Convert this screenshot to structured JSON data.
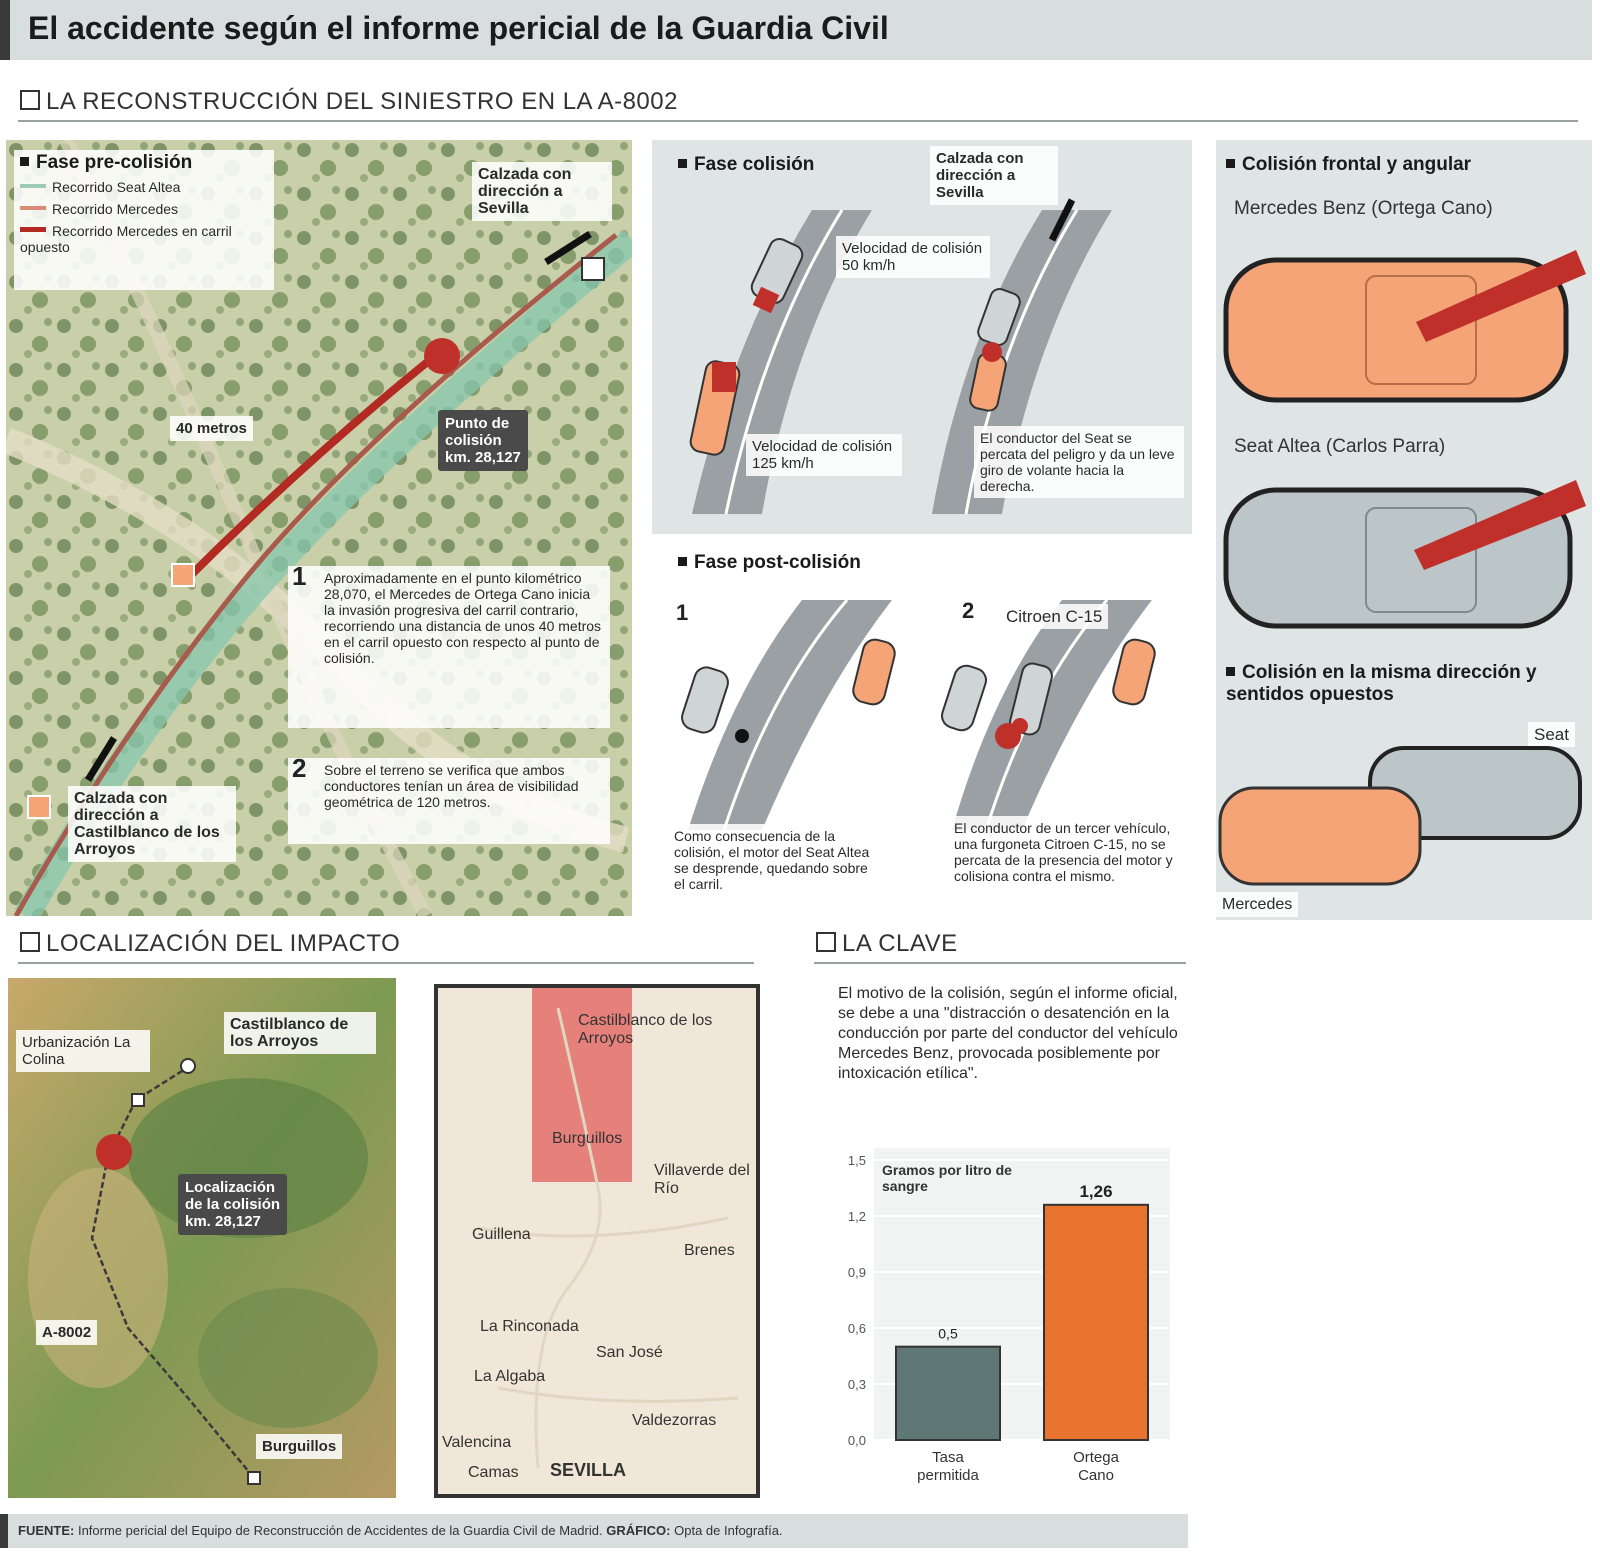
{
  "header": {
    "title": "El accidente según el informe pericial de la Guardia Civil"
  },
  "sections": {
    "reconstruction": "LA RECONSTRUCCIÓN DEL SINIESTRO EN LA A-8002",
    "location": "LOCALIZACIÓN DEL IMPACTO",
    "key": "LA CLAVE"
  },
  "pre_collision": {
    "title": "Fase pre-colisión",
    "legend": [
      "Recorrido Seat Altea",
      "Recorrido Mercedes",
      "Recorrido Mercedes en carril opuesto"
    ],
    "road_to_sevilla": "Calzada con dirección a Sevilla",
    "meters_label": "40 metros",
    "collision_point": [
      "Punto de",
      "colisión",
      "km. 28,127"
    ],
    "road_to_castilblanco": "Calzada con dirección a Castilblanco de los Arroyos",
    "note1_number": "1",
    "note1": "Aproximadamente en el punto kilométrico 28,070, el Mercedes de Ortega Cano inicia la invasión progresiva del carril contrario, recorriendo una distancia de unos 40 metros en el carril opuesto con respecto al punto de colisión.",
    "note2_number": "2",
    "note2": "Sobre el terreno se verifica que ambos conductores tenían un área de visibilidad geométrica de 120 metros."
  },
  "collision": {
    "title": "Fase colisión",
    "road_to_sevilla": "Calzada con dirección a Sevilla",
    "speed_50": "Velocidad de colisión 50 km/h",
    "speed_125": "Velocidad de colisión 125 km/h",
    "seat_note": "El conductor del Seat se percata del peligro y da un leve giro de volante hacia la derecha."
  },
  "post_collision": {
    "title": "Fase post-colisión",
    "n1": "1",
    "n2": "2",
    "citroen": "Citroen C-15",
    "note1": "Como consecuencia de la colisión, el motor del Seat Altea se desprende, quedando sobre el carril.",
    "note2": "El conductor de un tercer vehículo, una furgoneta Citroen C-15, no se percata de la presencia del motor y colisiona contra el mismo."
  },
  "frontal": {
    "title": "Colisión frontal y angular",
    "mercedes": "Mercedes Benz (Ortega Cano)",
    "seat": "Seat Altea (Carlos Parra)",
    "same_dir_title": "Colisión en la misma dirección y sentidos opuestos",
    "seat_short": "Seat",
    "mercedes_short": "Mercedes"
  },
  "location_map": {
    "urbanizacion": "Urbanización La Colina",
    "castilblanco": "Castilblanco de los Arroyos",
    "collision_loc": [
      "Localización",
      "de la colisión",
      "km. 28,127"
    ],
    "road": "A-8002",
    "burguillos": "Burguillos"
  },
  "region_map": {
    "places": [
      "Castilblanco de los Arroyos",
      "Burguillos",
      "Villaverde del Río",
      "Guillena",
      "Brenes",
      "La Rinconada",
      "San José",
      "La Algaba",
      "Valdezorras",
      "Valencina",
      "Camas",
      "SEVILLA"
    ]
  },
  "key_text": "El motivo de la colisión, según el informe oficial, se debe a una \"distracción o desatención en la conducción por parte del conductor del vehículo Mercedes Benz, provocada posiblemente por intoxicación etílica\".",
  "chart_data": {
    "type": "bar",
    "title": "",
    "ylabel": "Gramos por litro de sangre",
    "categories": [
      "Tasa permitida",
      "Ortega Cano"
    ],
    "values": [
      0.5,
      1.26
    ],
    "value_labels": [
      "0,5",
      "1,26"
    ],
    "ylim": [
      0,
      1.5
    ],
    "yticks": [
      "0,0",
      "0,3",
      "0,6",
      "0,9",
      "1,2",
      "1,5"
    ],
    "colors": [
      "#5f7876",
      "#e8742f"
    ]
  },
  "footer": {
    "source_label": "FUENTE:",
    "source": "Informe pericial del Equipo de Reconstrucción de Accidentes de la Guardia Civil de Madrid.",
    "graphic_label": "GRÁFICO:",
    "graphic": "Opta de Infografía."
  }
}
